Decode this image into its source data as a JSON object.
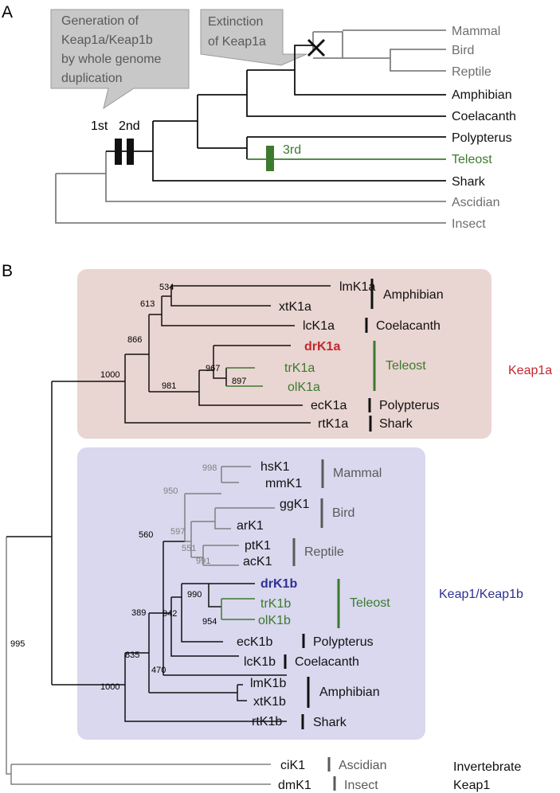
{
  "colors": {
    "black": "#111111",
    "gray": "#808080",
    "darkgray": "#5a5a5a",
    "green": "#3c7a2e",
    "red": "#c0282d",
    "blue": "#2e3192",
    "keap1a_bg": "#e9d5d1",
    "keap1b_bg": "#d9d8ee",
    "callout_bg": "#c8c8c8"
  },
  "panel_a": {
    "label": "A",
    "callout_left": [
      "Generation of",
      "Keap1a/Keap1b",
      "by whole genome",
      "duplication"
    ],
    "callout_right": [
      "Extinction",
      "of Keap1a"
    ],
    "dup1_label": "1st",
    "dup2_label": "2nd",
    "dup3_label": "3rd",
    "extinction_mark": "×",
    "taxa": [
      "Mammal",
      "Bird",
      "Reptile",
      "Amphibian",
      "Coelacanth",
      "Polypterus",
      "Teleost",
      "Shark",
      "Ascidian",
      "Insect"
    ]
  },
  "panel_b": {
    "label": "B",
    "keap1a_label": "Keap1a",
    "keap1b_label": "Keap1/Keap1b",
    "invertebrate_label": [
      "Invertebrate",
      "Keap1"
    ],
    "keap1a_leaves": [
      "lmK1a",
      "xtK1a",
      "lcK1a",
      "drK1a",
      "trK1a",
      "olK1a",
      "ecK1a",
      "rtK1a"
    ],
    "keap1a_groups": [
      "Amphibian",
      "Coelacanth",
      "Teleost",
      "Polypterus",
      "Shark"
    ],
    "keap1a_bootstraps": [
      "534",
      "613",
      "866",
      "1000",
      "967",
      "897",
      "981"
    ],
    "keap1b_leaves": [
      "hsK1",
      "mmK1",
      "ggK1",
      "arK1",
      "ptK1",
      "acK1",
      "drK1b",
      "trK1b",
      "olK1b",
      "ecK1b",
      "lcK1b",
      "lmK1b",
      "xtK1b",
      "rtK1b"
    ],
    "keap1b_groups": [
      "Mammal",
      "Bird",
      "Reptile",
      "Teleost",
      "Polypterus",
      "Coelacanth",
      "Amphibian",
      "Shark"
    ],
    "keap1b_bootstraps": [
      "998",
      "950",
      "597",
      "551",
      "991",
      "560",
      "990",
      "942",
      "954",
      "389",
      "470",
      "835",
      "1000"
    ],
    "root_bootstrap": "995",
    "invert_leaves": [
      "ciK1",
      "dmK1"
    ],
    "invert_groups": [
      "Ascidian",
      "Insect"
    ]
  }
}
